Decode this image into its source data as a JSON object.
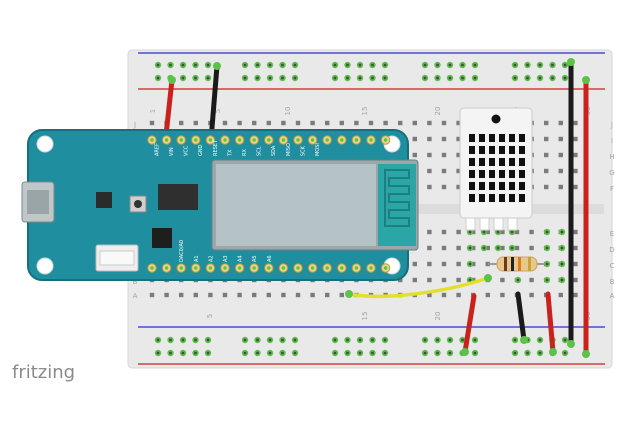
{
  "app": {
    "logo": "fritzing"
  },
  "breadboard": {
    "row_letters_top": [
      "J",
      "I",
      "H",
      "G",
      "F"
    ],
    "row_letters_bottom": [
      "E",
      "D",
      "C",
      "B",
      "A"
    ],
    "column_numbers": [
      "1",
      "5",
      "10",
      "15",
      "20",
      "25",
      "30"
    ],
    "colors": {
      "board": "#e9e9e9",
      "rail_red": "#d11f1f",
      "rail_blue": "#2b2bd6",
      "hole_green": "#5cc24a"
    }
  },
  "mcu": {
    "top_pins": [
      "AREF",
      "VIN",
      "VCC",
      "GND",
      "RESET",
      "TX",
      "RX",
      "SCL",
      "SDA",
      "MISO",
      "SCK",
      "MOSI"
    ],
    "bottom_pins": [
      "DAC0/A0",
      "A1",
      "A2",
      "A3",
      "A4",
      "A5",
      "A6"
    ],
    "colors": {
      "pcb": "#1f8fa0",
      "module": "#b5c3c6",
      "antenna": "#2aa6a6"
    }
  },
  "sensor": {
    "colors": {
      "body": "#f4f4f4",
      "grille": "#111111"
    }
  },
  "wires": {
    "colors": {
      "red": "#c9221c",
      "black": "#1a1a1a",
      "yellow": "#e3e02c"
    }
  },
  "resistor": {
    "colors": {
      "body": "#e7c78c"
    }
  }
}
